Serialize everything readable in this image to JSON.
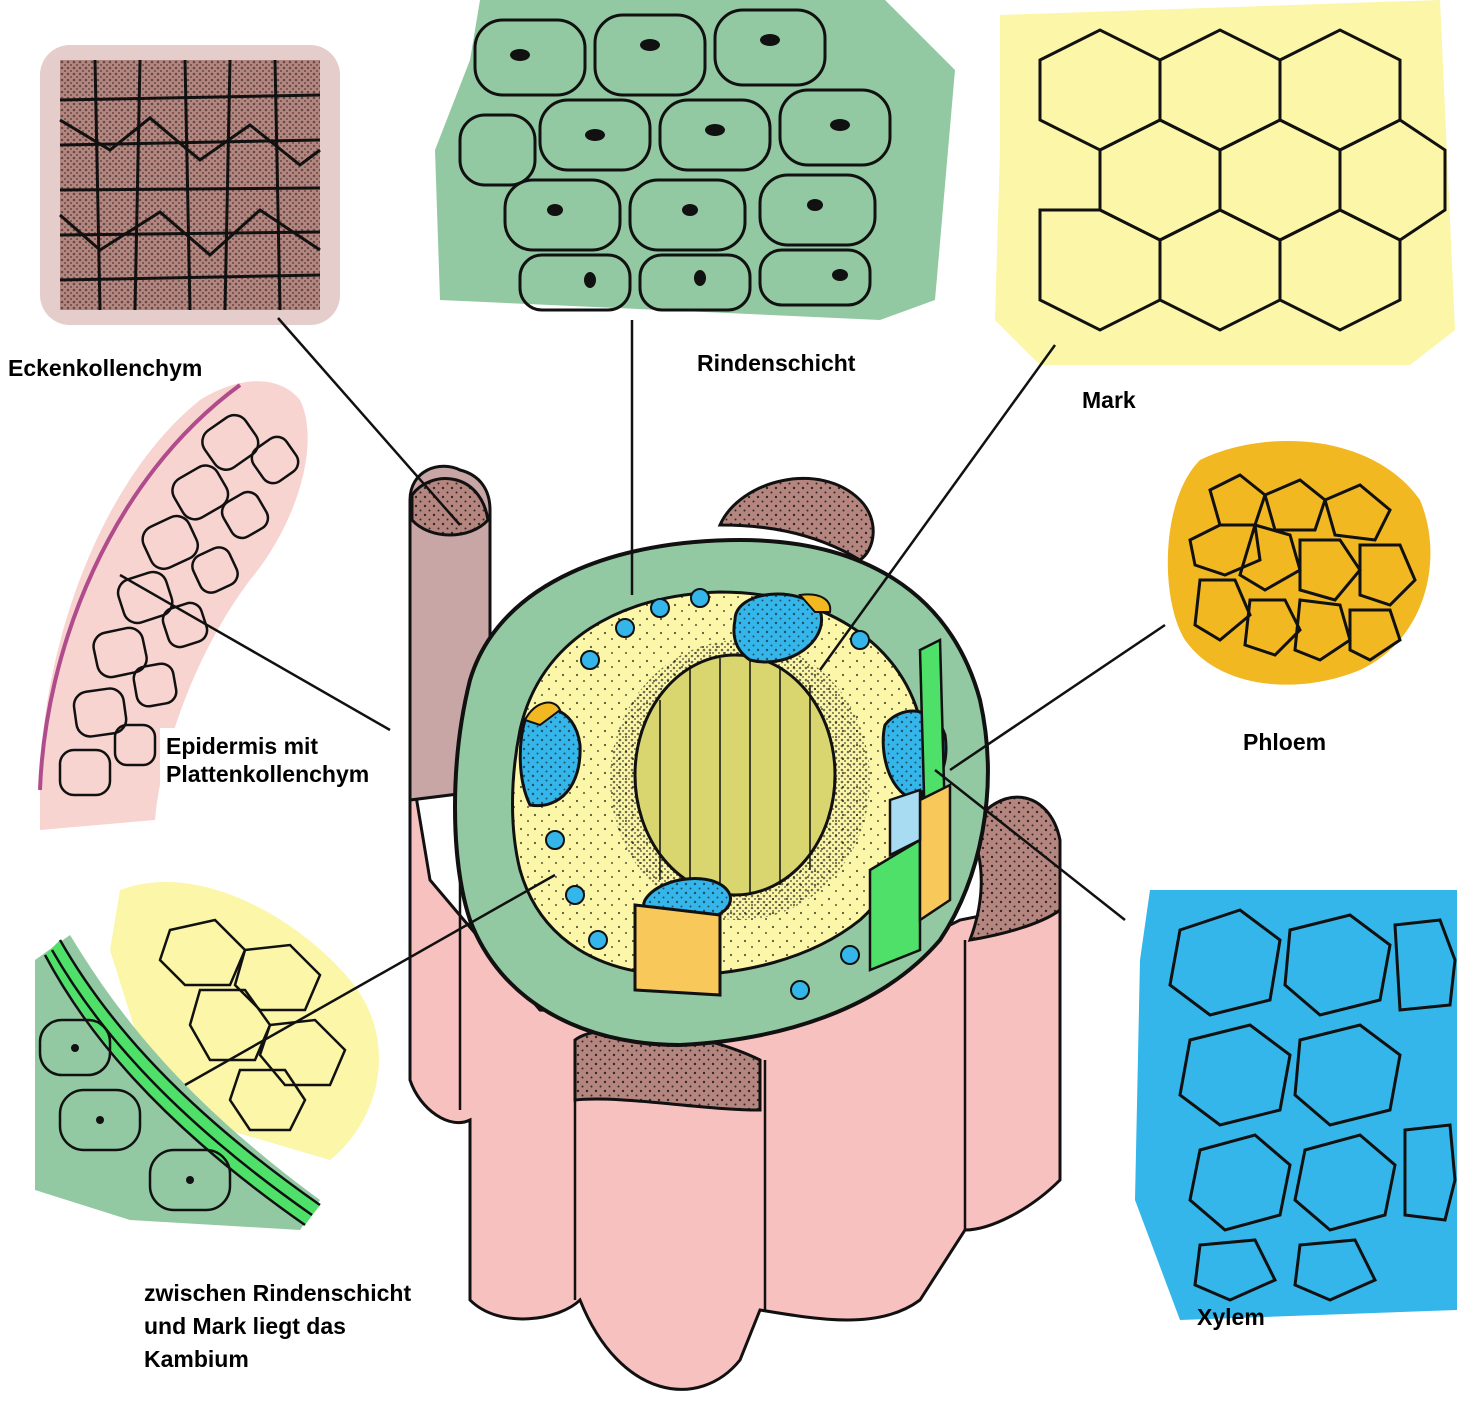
{
  "labels": {
    "eckenkollenchym": "Eckenkollenchym",
    "rindenschicht": "Rindenschicht",
    "mark": "Mark",
    "phloem": "Phloem",
    "epidermis_line1": "Epidermis mit",
    "epidermis_line2": "Plattenkollenchym",
    "kambium_line1": "zwischen Rindenschicht",
    "kambium_line2": "und Mark liegt das",
    "kambium_line3": "Kambium",
    "xylem": "Xylem"
  },
  "colors": {
    "collenchyma_brown": "#b5867f",
    "collenchyma_dark": "#8c5c56",
    "cortex_green": "#93c9a2",
    "pith_yellow": "#fbf6a8",
    "phloem_orange": "#f2b821",
    "xylem_blue": "#34b6ea",
    "epidermis_pink": "#f6c9c5",
    "cambium_green": "#4fe06a",
    "stem_pink": "#f7c1bf",
    "cavity_olive": "#d9d66f",
    "outline": "#111111"
  },
  "icons": {
    "stem": "stem-cross-section-illustration",
    "collenchyma": "corner-collenchyma-cells",
    "cortex": "cortex-parenchyma-cells",
    "pith": "pith-cells",
    "phloem": "phloem-cells",
    "epidermis": "epidermis-cells",
    "cambium": "cambium-cells",
    "xylem": "xylem-cells"
  }
}
